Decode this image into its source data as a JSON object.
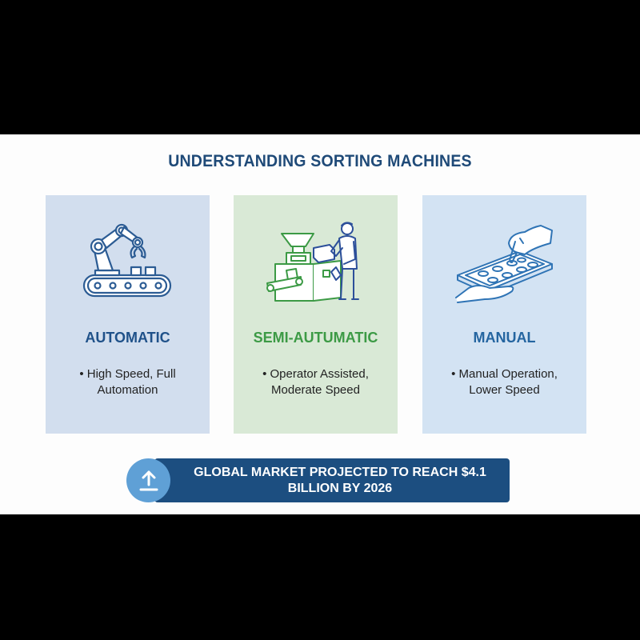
{
  "title": "UNDERSTANDING SORTING MACHINES",
  "cards": [
    {
      "heading": "AUTOMATIC",
      "bullet": "•",
      "desc_line1": "High Speed, Full",
      "desc_line2": "Automation",
      "icon": "robotic-arm-conveyor-icon",
      "color": "#1f5189",
      "background": "#d2deee"
    },
    {
      "heading": "SEMI-AUTUMATIC",
      "bullet": "•",
      "desc_line1": "Operator Assisted,",
      "desc_line2": "Moderate Speed",
      "icon": "operator-machine-icon",
      "color": "#3c9a45",
      "background": "#d9e9d6"
    },
    {
      "heading": "MANUAL",
      "bullet": "•",
      "desc_line1": "Manual Operation,",
      "desc_line2": "Lower Speed",
      "icon": "hand-sorting-tray-icon",
      "color": "#2465a0",
      "background": "#d3e3f3"
    }
  ],
  "banner": {
    "line1": "GLOBAL MARKET PROJECTED TO REACH $4.1",
    "line2": "BILLION BY 2026",
    "icon": "upload-arrow-icon",
    "background": "#1c4e80",
    "circle_color": "#5fa0d6"
  }
}
